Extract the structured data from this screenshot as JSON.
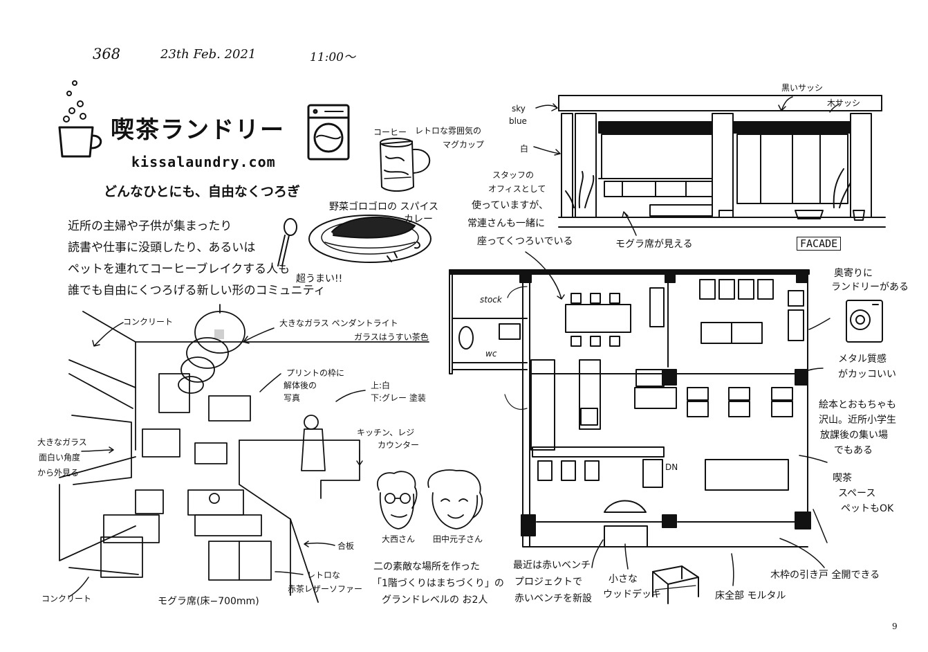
{
  "header": {
    "number": "368",
    "date": "23th  Feb. 2021",
    "time": "11:00～"
  },
  "logo": {
    "name": "喫茶ランドリー",
    "url": "kissalaundry.com",
    "tagline": "どんなひとにも、自由なくつろぎ"
  },
  "intro": [
    "近所の主婦や子供が集まったり",
    "読書や仕事に没頭したり、あるいは",
    "ペットを連れてコーヒーブレイクする人も",
    "誰でも自由にくつろげる新しい形のコミュニティ"
  ],
  "mug": {
    "label1": "コーヒー",
    "label2": "レトロな雰囲気の",
    "label3": "マグカップ"
  },
  "curry": {
    "label1": "野菜ゴロゴロの スパイス",
    "label2": "カレー",
    "comment": "超うまい!!"
  },
  "facade": {
    "sky": "sky",
    "blue": "blue",
    "white": "白",
    "black_sash": "黒いサッシ",
    "wood_sash": "木サッシ",
    "mogura": "モグラ席が見える",
    "title": "FACADE"
  },
  "interior": {
    "concrete_top": "コンクリート",
    "pendant1": "大きなガラス ペンダントライト",
    "pendant2": "ガラスはうすい茶色",
    "print1": "プリントの枠に",
    "print2": "解体後の",
    "print3": "写真",
    "wall1": "上:白",
    "wall2": "下:グレー 塗装",
    "kitchen1": "キッチン、レジ",
    "kitchen2": "カウンター",
    "glass1": "大きなガラス",
    "glass2": "面白い角度",
    "glass3": "から外見る",
    "plywood": "合板",
    "sofa1": "レトロな",
    "sofa2": "赤茶レザーソファー",
    "concrete_bottom": "コンクリート",
    "mogura_seat": "モグラ席(床−700mm)"
  },
  "people": {
    "person1": "大西さん",
    "person2": "田中元子さん",
    "caption1": "二の素敵な場所を作った",
    "caption2": "「1階づくりはまちづくり」の",
    "caption3": "グランドレベルの お2人"
  },
  "plan": {
    "staff1": "スタッフの",
    "staff2": "オフィスとして",
    "staff3": "使っていますが、",
    "staff4": "常連さんも一緒に",
    "staff5": "座ってくつろいでいる",
    "stock": "stock",
    "wc": "wc",
    "dn": "DN",
    "laundry1": "奥寄りに",
    "laundry2": "ランドリーがある",
    "metal1": "メタル質感",
    "metal2": "がカッコいい",
    "books1": "絵本とおもちゃも",
    "books2": "沢山。近所小学生",
    "books3": "放課後の集い場",
    "books4": "でもある",
    "cafe1": "喫茶",
    "cafe2": "スペース",
    "cafe3": "ペットもOK",
    "bench1": "最近は赤いベンチ",
    "bench2": "プロジェクトで",
    "bench3": "赤いベンチを新設",
    "deck1": "小さな",
    "deck2": "ウッドデッキ",
    "floor": "床全部 モルタル",
    "door": "木枠の引き戸 全開できる"
  },
  "page_number": "9"
}
